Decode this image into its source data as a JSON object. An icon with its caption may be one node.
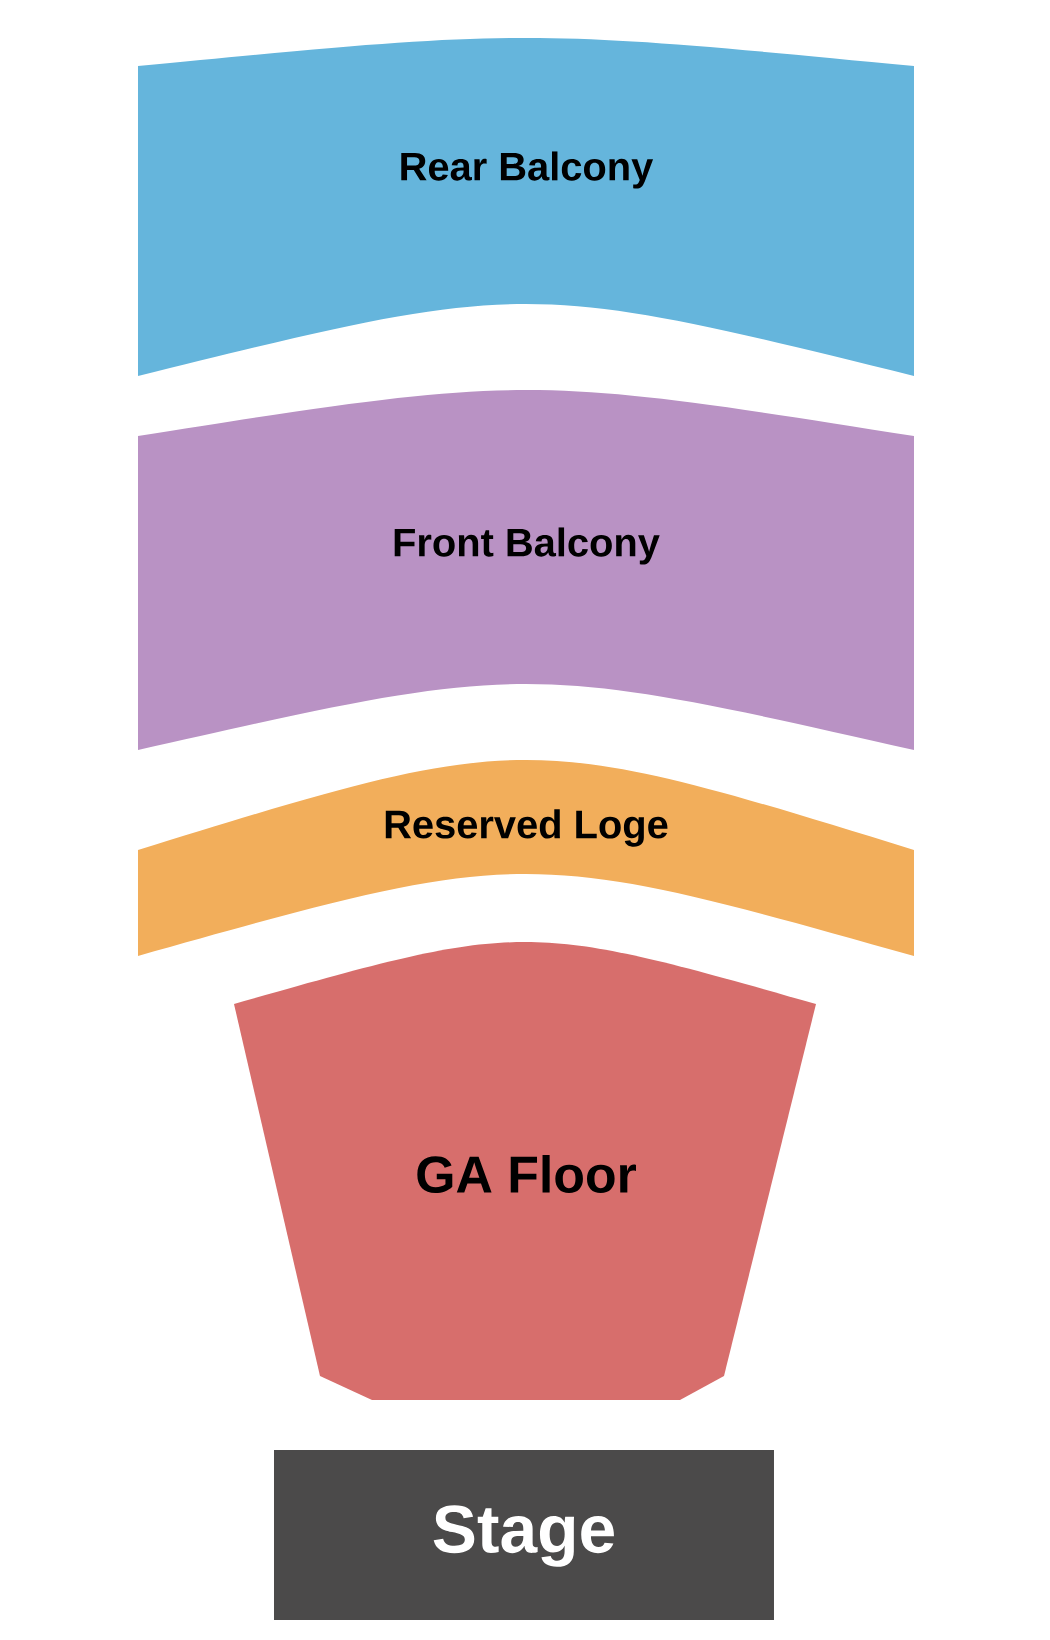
{
  "diagram": {
    "nodes": [
      {
        "text": [
          "Rear Balcony"
        ]
      },
      {
        "text": [
          "Front Balcony"
        ]
      },
      {
        "text": [
          "Reserved Loge"
        ]
      },
      {
        "text": [
          "GA Floor"
        ]
      },
      {
        "text": [
          "Stage"
        ]
      }
    ]
  }
}
